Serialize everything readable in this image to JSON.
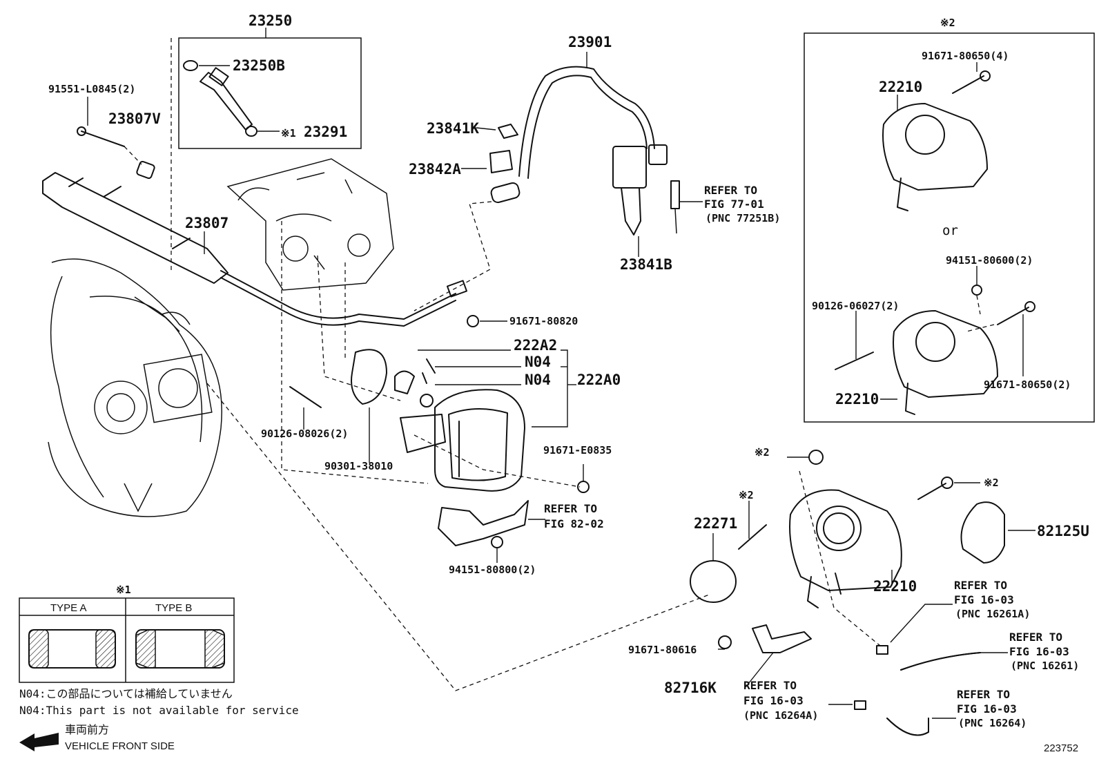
{
  "diagram": {
    "parts": {
      "p23250": "23250",
      "p23250B": "23250B",
      "p23291": "23291",
      "p23291_mark": "※1",
      "p91551": "91551-L0845(2)",
      "p23807V": "23807V",
      "p23807": "23807",
      "p23901": "23901",
      "p23841K": "23841K",
      "p23842A": "23842A",
      "p23841B": "23841B",
      "p91671_80820": "91671-80820",
      "p222A2": "222A2",
      "pN04a": "N04",
      "pN04b": "N04",
      "p222A0": "222A0",
      "p90126_08026": "90126-08026(2)",
      "p90301": "90301-38010",
      "p91671_E0835": "91671-E0835",
      "p94151_80800": "94151-80800(2)",
      "p22271": "22271",
      "p22210_main": "22210",
      "p82125U": "82125U",
      "p91671_80616": "91671-80616",
      "p82716K": "82716K",
      "p22210_a": "22210",
      "p91671_80650_4": "91671-80650(4)",
      "p94151_80600": "94151-80600(2)",
      "p90126_06027": "90126-06027(2)",
      "p22210_b": "22210",
      "p91671_80650_2": "91671-80650(2)",
      "or": "or"
    },
    "marks": {
      "m_box2": "※2",
      "m_a": "※2",
      "m_b": "※2",
      "m_c": "※2",
      "m_table": "※1"
    },
    "refs": {
      "r77_l1": "REFER TO",
      "r77_l2": "FIG 77-01",
      "r77_l3": "(PNC 77251B)",
      "r82_l1": "REFER TO",
      "r82_l2": "FIG 82-02",
      "r16a_l1": "REFER TO",
      "r16a_l2": "FIG 16-03",
      "r16a_l3": "(PNC 16261A)",
      "r16b_l1": "REFER TO",
      "r16b_l2": "FIG 16-03",
      "r16b_l3": "(PNC 16261)",
      "r16c_l1": "REFER TO",
      "r16c_l2": "FIG 16-03",
      "r16c_l3": "(PNC 16264A)",
      "r16d_l1": "REFER TO",
      "r16d_l2": "FIG 16-03",
      "r16d_l3": "(PNC 16264)"
    },
    "table": {
      "type_a": "TYPE A",
      "type_b": "TYPE B"
    },
    "notes": {
      "n04_jp": "N04:この部品については補給していません",
      "n04_en": "N04:This part is not available for service",
      "front_jp": "車両前方",
      "front_en": "VEHICLE FRONT SIDE"
    },
    "figure_id": "223752"
  }
}
